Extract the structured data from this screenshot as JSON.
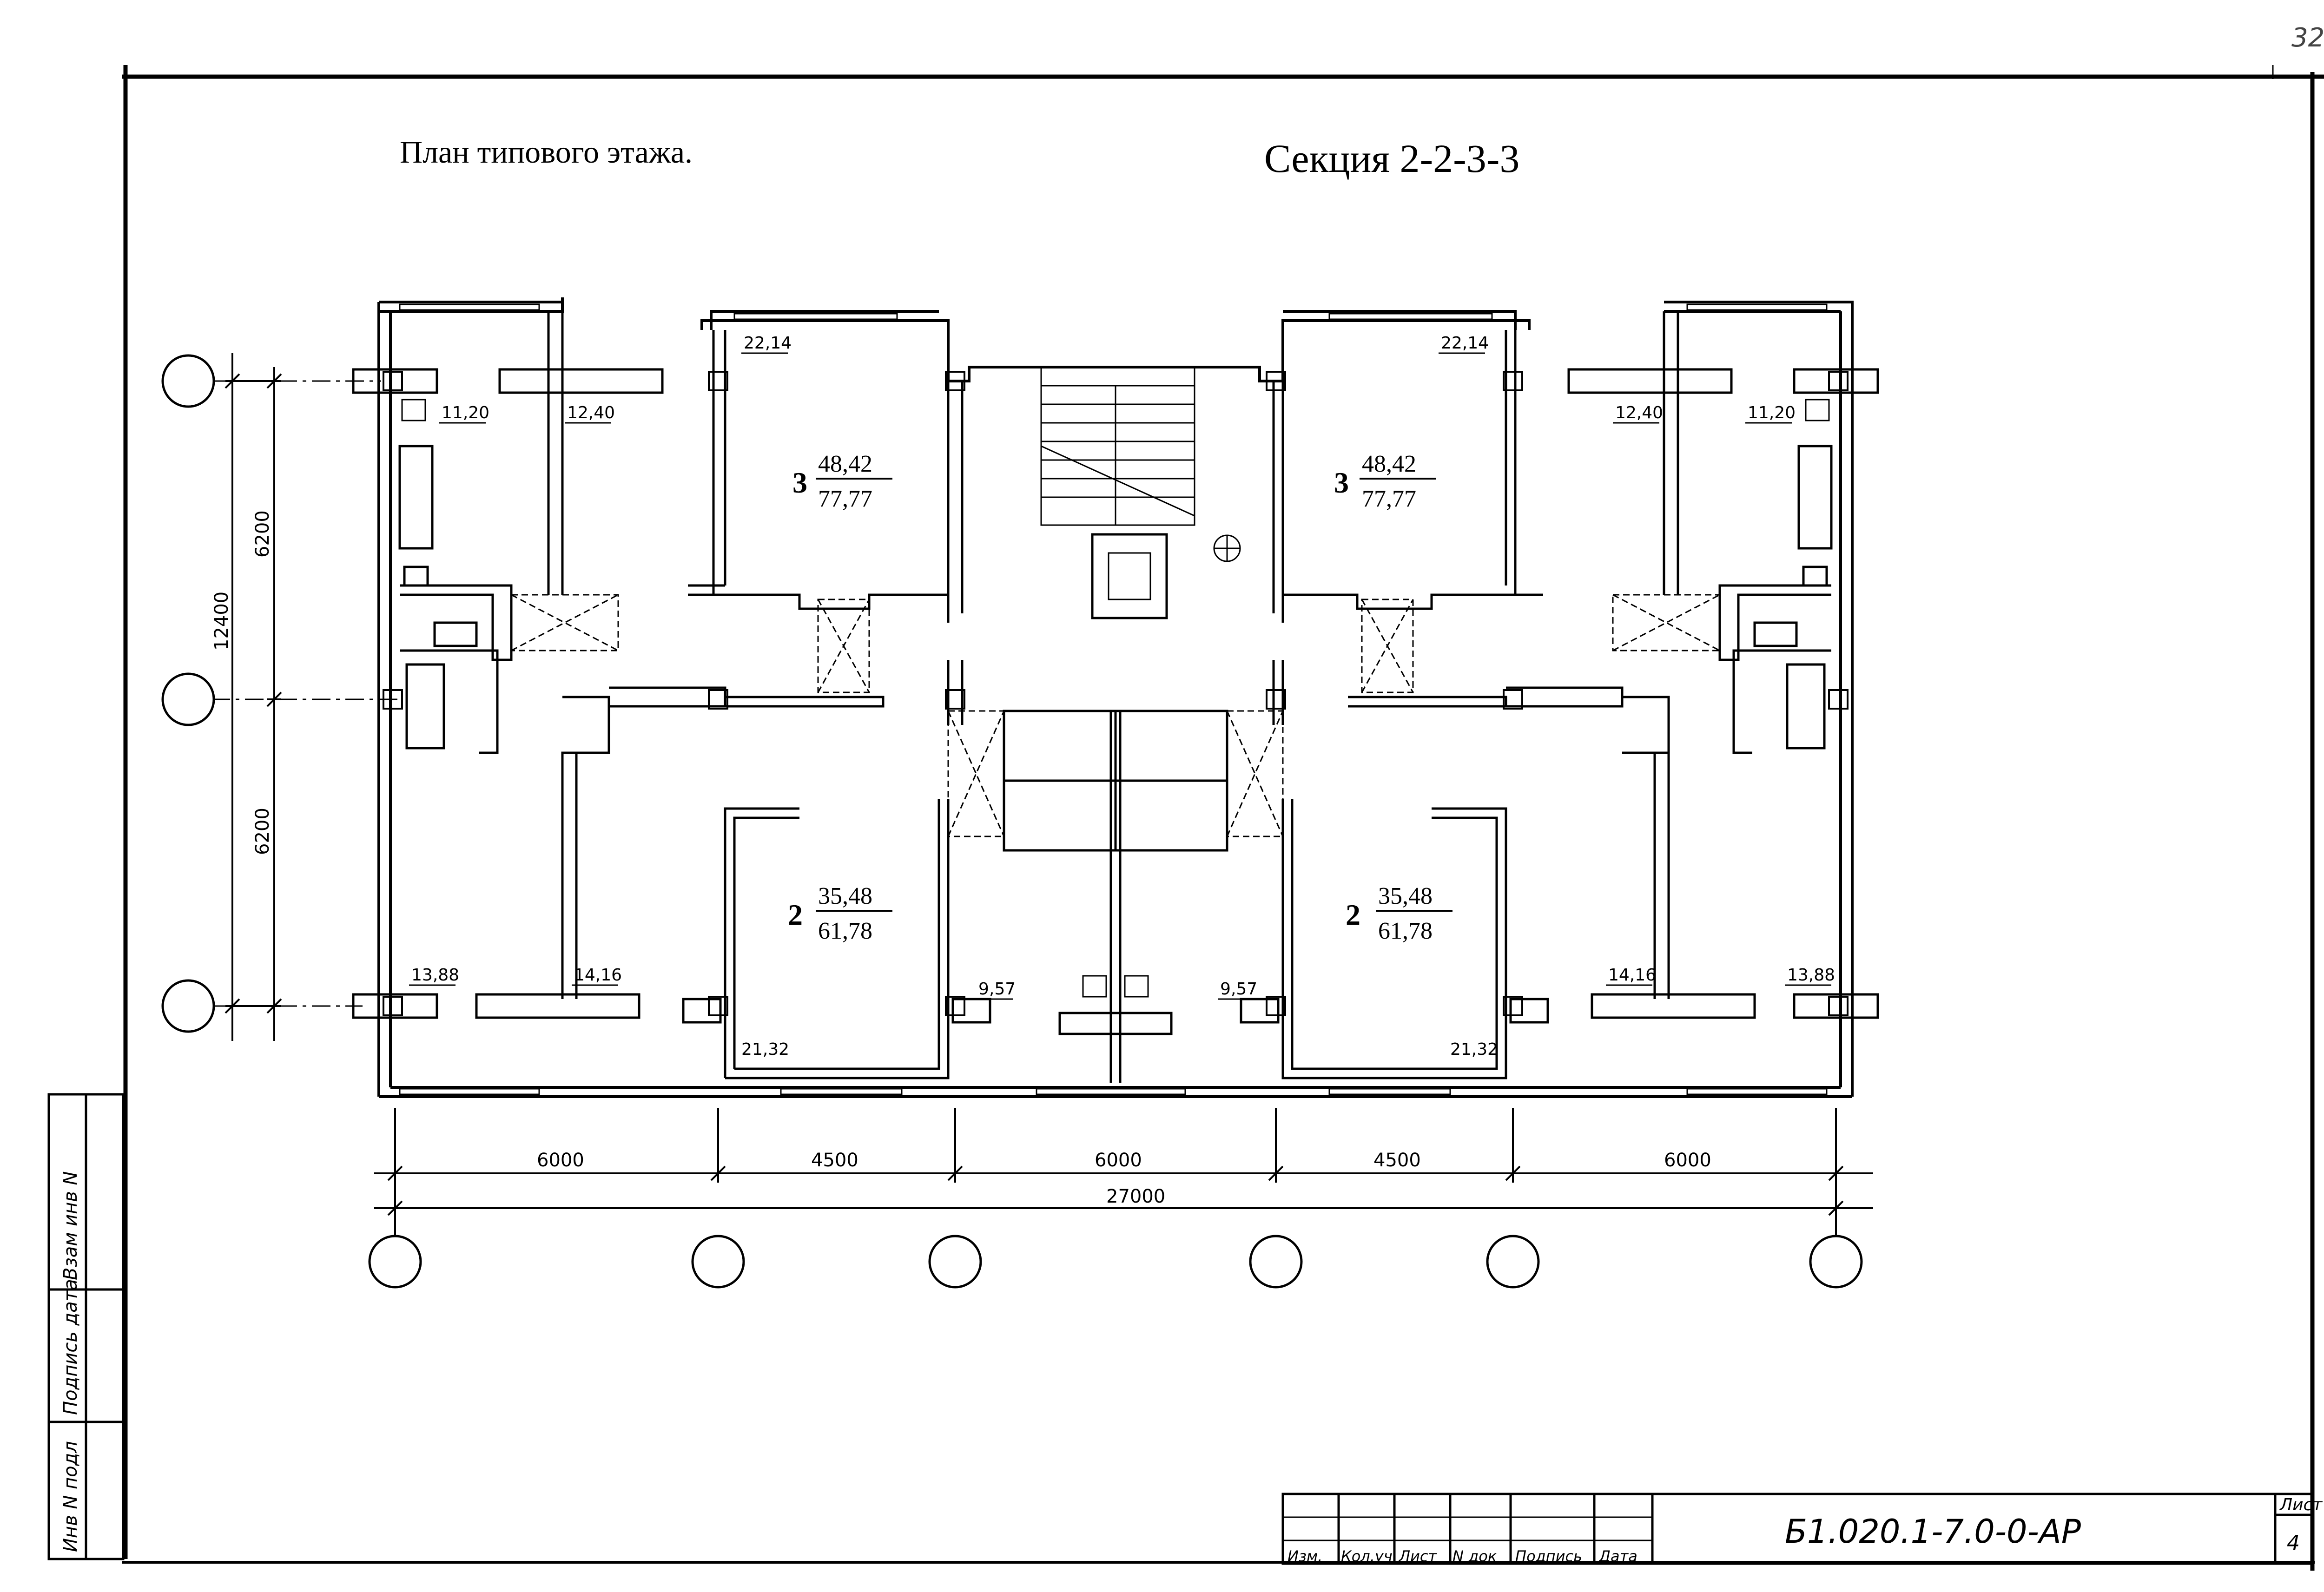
{
  "sheet_number_corner": "32",
  "titles": {
    "plan_title": "План типового этажа.",
    "section_title": "Секция 2-2-3-3"
  },
  "apartments": [
    {
      "rooms": "3",
      "living_area": "48,42",
      "total_area": "77,77"
    },
    {
      "rooms": "3",
      "living_area": "48,42",
      "total_area": "77,77"
    },
    {
      "rooms": "2",
      "living_area": "35,48",
      "total_area": "61,78"
    },
    {
      "rooms": "2",
      "living_area": "35,48",
      "total_area": "61,78"
    }
  ],
  "room_areas": {
    "top_left_kitchen": "11,20",
    "top_left_room": "12,40",
    "top_left_big_room": "22,14",
    "top_right_big_room": "22,14",
    "top_right_room": "12,40",
    "top_right_kitchen": "11,20",
    "bottom_left_corner": "13,88",
    "bottom_left_room": "14,16",
    "bottom_left_big_room": "21,32",
    "bottom_left_kitchen": "9,57",
    "bottom_right_kitchen": "9,57",
    "bottom_right_big_room": "21,32",
    "bottom_right_room": "14,16",
    "bottom_right_corner": "13,88"
  },
  "dimensions": {
    "horizontal": [
      "6000",
      "4500",
      "6000",
      "4500",
      "6000"
    ],
    "horizontal_total": "27000",
    "vertical": [
      "6200",
      "6200"
    ],
    "vertical_total": "12400"
  },
  "side_stamp": [
    "Инв N подл",
    "Подпись дата",
    "Взам инв N"
  ],
  "title_block": {
    "code": "Б1.020.1-7.0-0-АР",
    "sheet_label": "Лист",
    "sheet_number": "4",
    "columns": [
      "Изм.",
      "Кол.уч",
      "Лист",
      "N док",
      "Подпись",
      "Дата"
    ]
  }
}
